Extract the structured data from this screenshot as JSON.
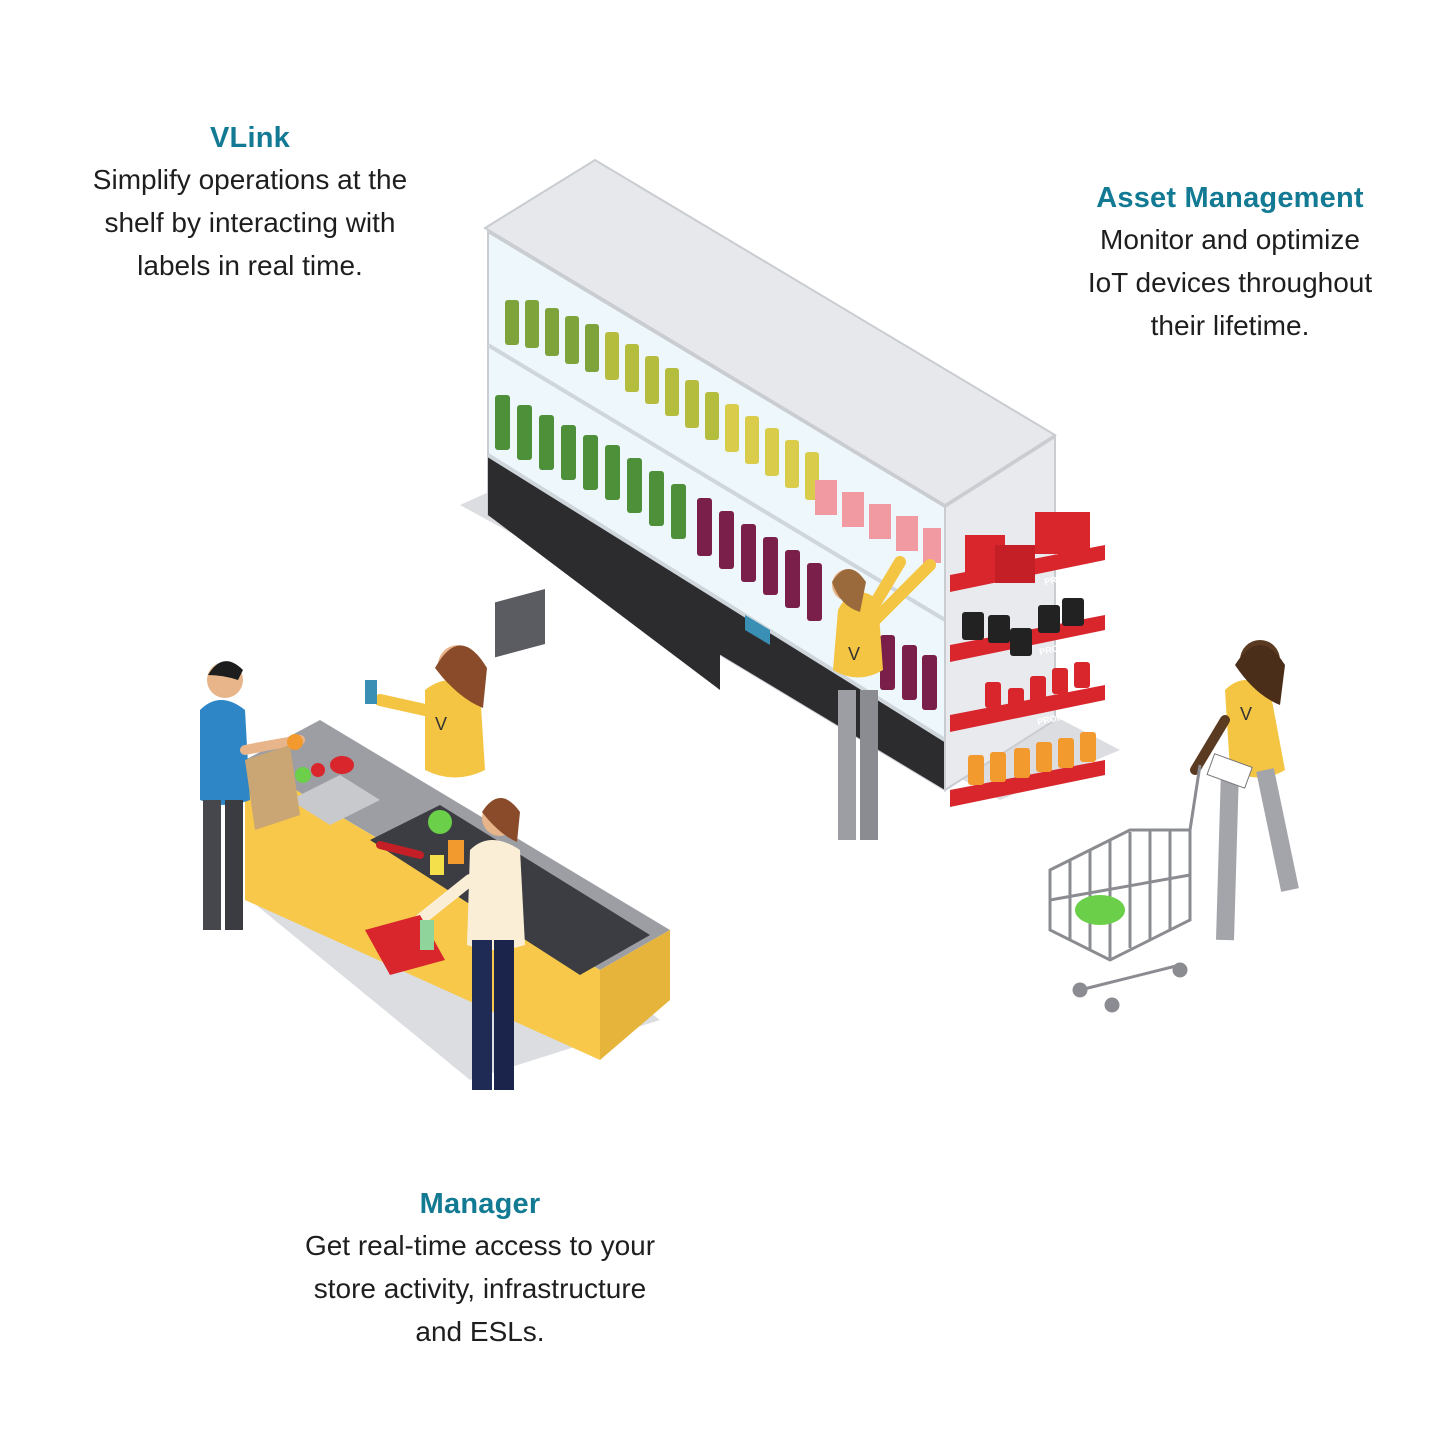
{
  "callouts": {
    "vlink": {
      "title": "VLink",
      "description": "Simplify operations at the\nshelf by interacting with\nlabels in real time."
    },
    "asset_management": {
      "title": "Asset Management",
      "description": "Monitor and optimize\nIoT devices throughout\ntheir lifetime."
    },
    "manager": {
      "title": "Manager",
      "description": "Get real-time access to your\nstore activity, infrastructure\nand ESLs."
    }
  },
  "scene": {
    "shelf_promo_text": "PROMOTION",
    "uniform_logo": "V"
  },
  "colors": {
    "accent": "#137a94",
    "text": "#1e1e1e",
    "uniform": "#f4c542",
    "counter": "#f7c84a",
    "promo_red": "#d9262d",
    "fridge_frame": "#e4e6ea"
  }
}
